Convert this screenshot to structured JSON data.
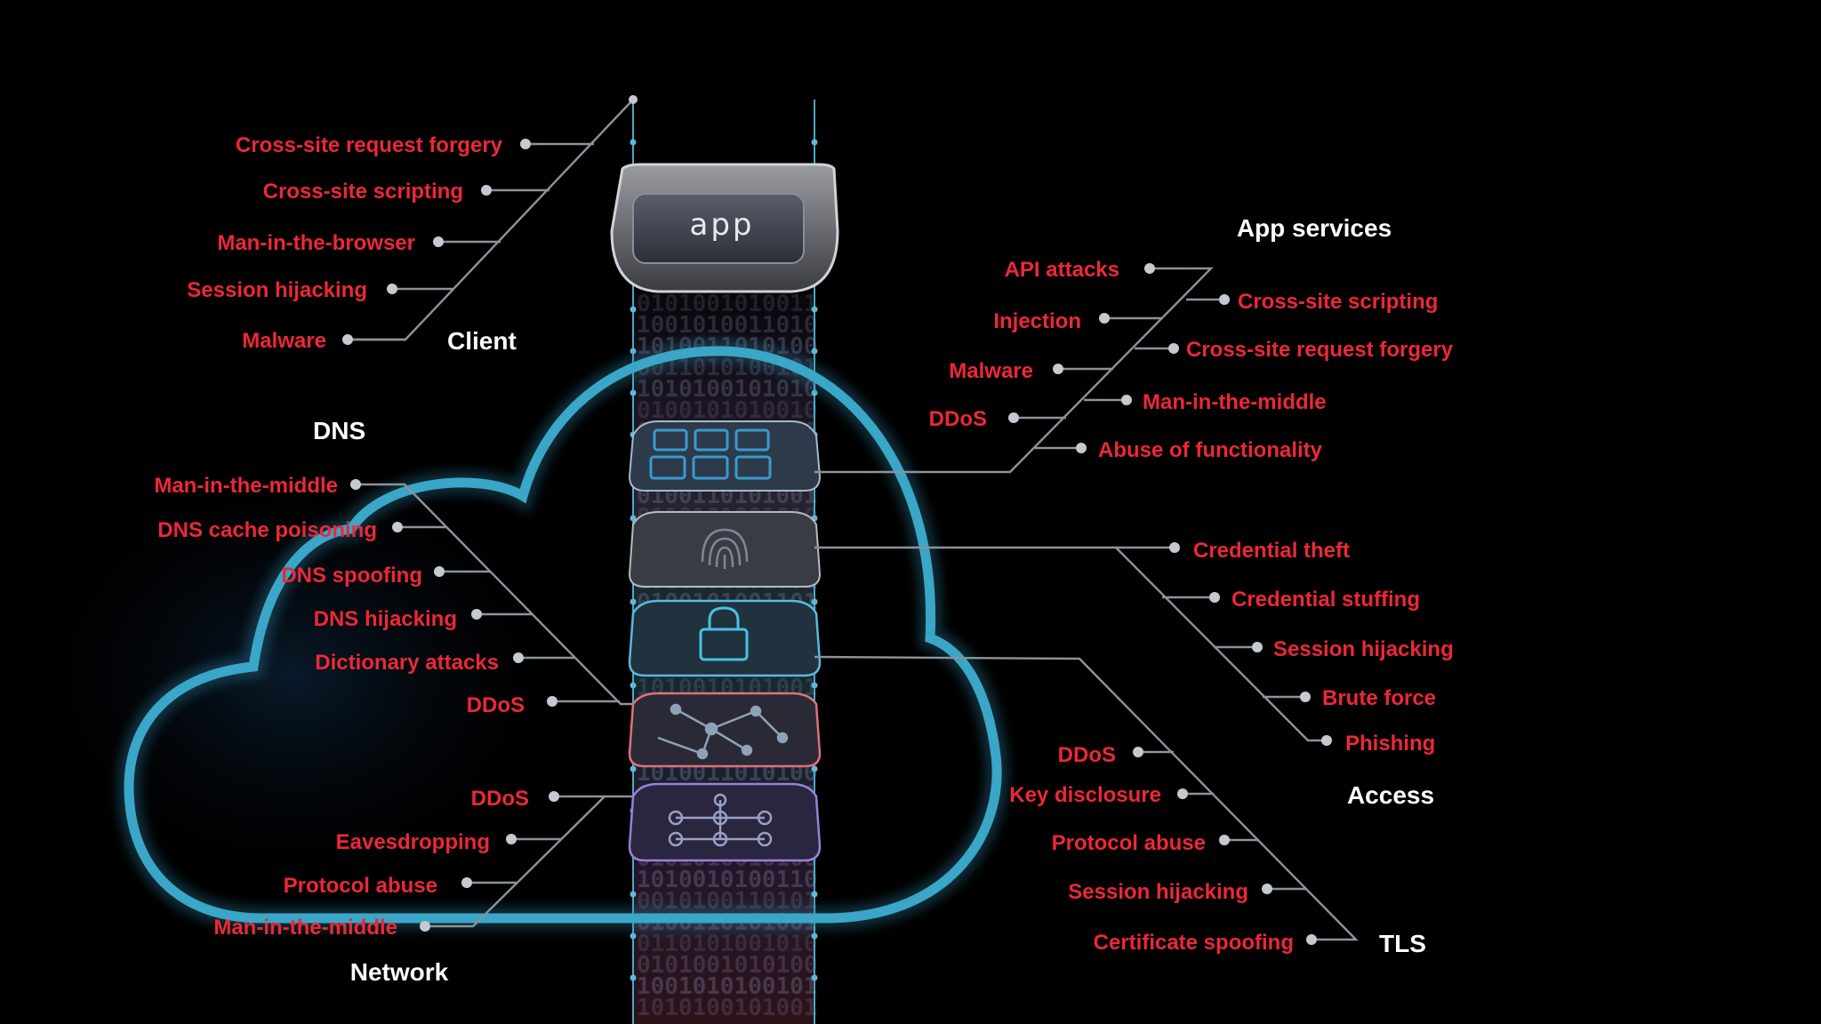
{
  "app_label": "app",
  "binary_text": "01010010100110101001",
  "colors": {
    "background": "#000000",
    "threat_text": "#ec2837",
    "title_text": "#ffffff",
    "cloud_outline": "#3aa6c8",
    "leader_line": "#8c939b"
  },
  "groups": {
    "client": {
      "title": "Client",
      "threats": [
        "Cross-site request forgery",
        "Cross-site scripting",
        "Man-in-the-browser",
        "Session hijacking",
        "Malware"
      ]
    },
    "dns": {
      "title": "DNS",
      "threats": [
        "Man-in-the-middle",
        "DNS cache poisoning",
        "DNS spoofing",
        "DNS hijacking",
        "Dictionary attacks",
        "DDoS"
      ]
    },
    "network": {
      "title": "Network",
      "threats": [
        "DDoS",
        "Eavesdropping",
        "Protocol abuse",
        "Man-in-the-middle"
      ]
    },
    "app_services": {
      "title": "App services",
      "threats": [
        "API attacks",
        "Cross-site scripting",
        "Injection",
        "Cross-site request forgery",
        "Malware",
        "Man-in-the-middle",
        "DDoS",
        "Abuse of functionality"
      ]
    },
    "access": {
      "title": "Access",
      "threats": [
        "Credential theft",
        "Credential stuffing",
        "Session hijacking",
        "Brute force",
        "Phishing"
      ]
    },
    "tls": {
      "title": "TLS",
      "threats": [
        "DDoS",
        "Key disclosure",
        "Protocol abuse",
        "Session hijacking",
        "Certificate spoofing"
      ]
    }
  },
  "stack_layers": [
    {
      "icon": "grid-icon"
    },
    {
      "icon": "fingerprint-icon"
    },
    {
      "icon": "lock-icon"
    },
    {
      "icon": "network-nodes-icon"
    },
    {
      "icon": "network-topology-icon"
    }
  ]
}
